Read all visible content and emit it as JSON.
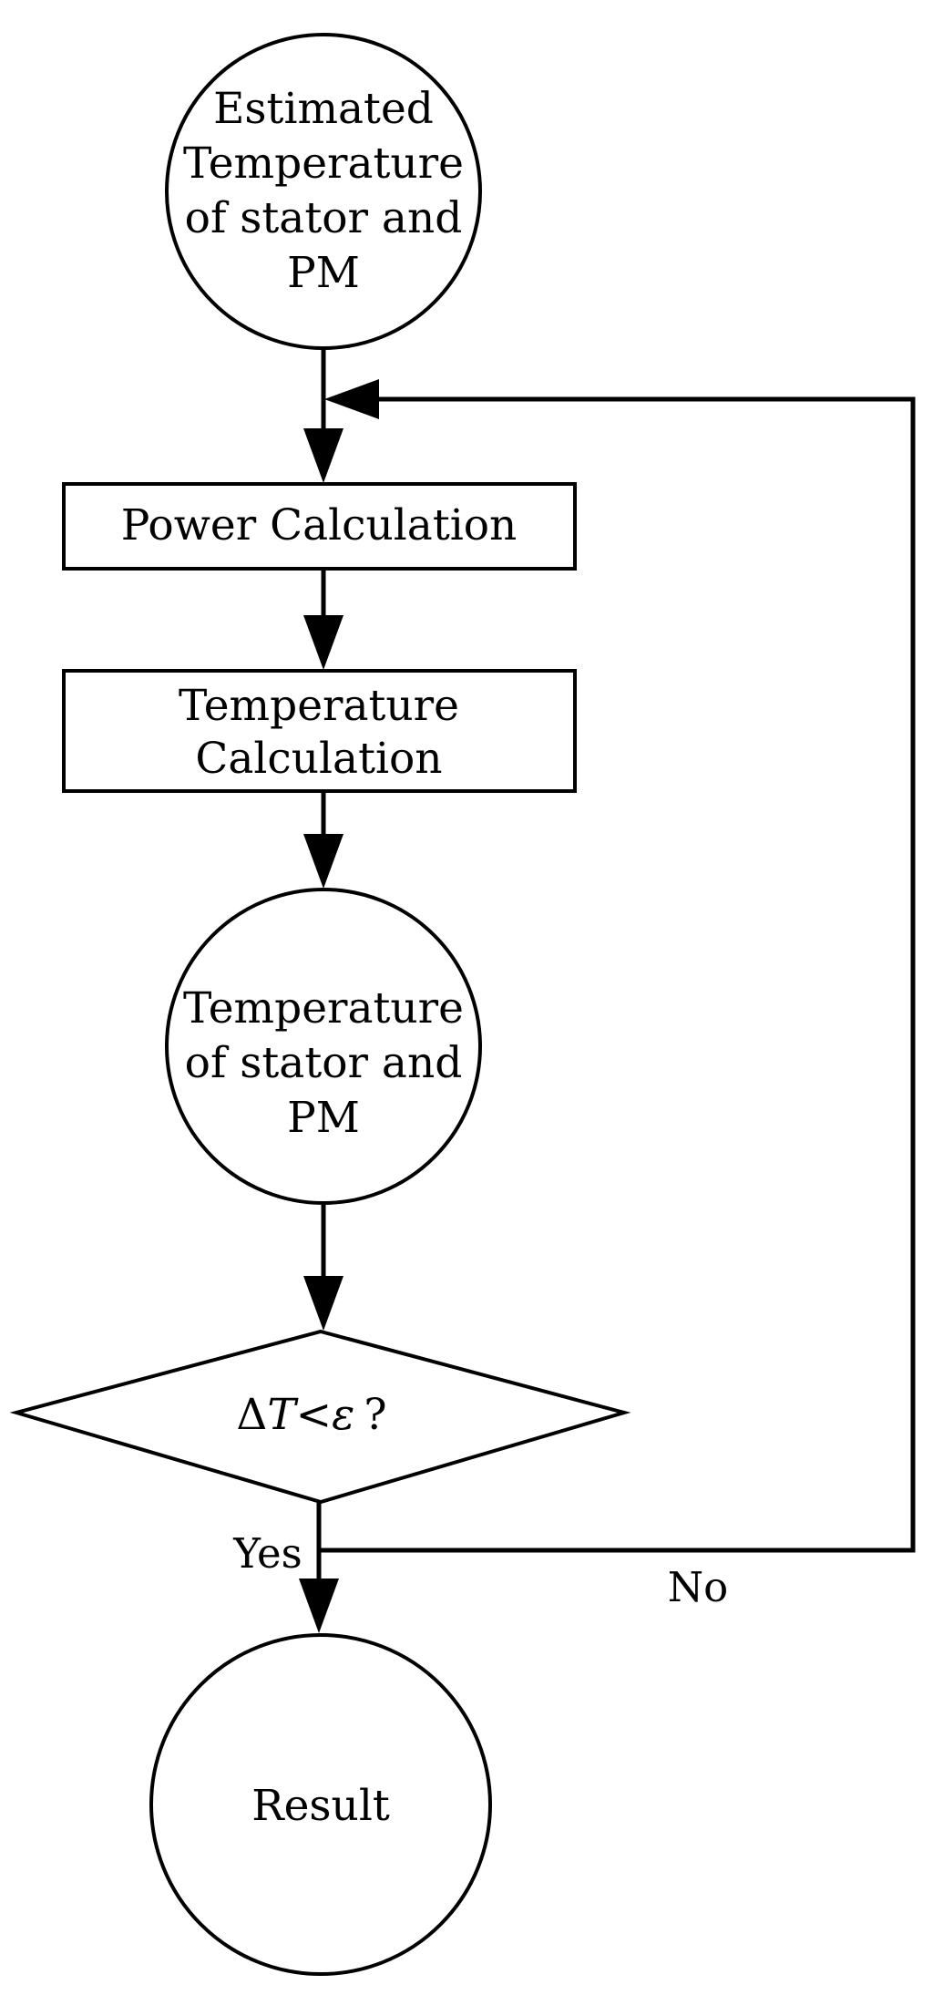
{
  "nodes": {
    "start": {
      "lines": [
        "Estimated",
        "Temperature",
        "of stator and",
        "PM"
      ]
    },
    "power_calc": {
      "lines": [
        "Power Calculation"
      ]
    },
    "temp_calc": {
      "lines": [
        "Temperature",
        "Calculation"
      ]
    },
    "temp_result": {
      "lines": [
        "Temperature",
        "of stator and",
        "PM"
      ]
    },
    "decision": {
      "delta": "Δ",
      "variable": "T",
      "op": "<",
      "epsilon": "ε",
      "question": "?"
    },
    "result": {
      "lines": [
        "Result"
      ]
    }
  },
  "labels": {
    "yes": "Yes",
    "no": "No"
  }
}
